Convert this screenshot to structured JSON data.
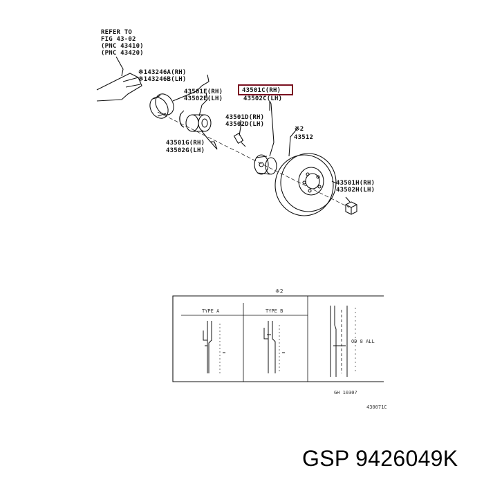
{
  "reference": {
    "line1": "REFER TO",
    "line2": "FIG 43-02",
    "line3": "(PNC 43410)",
    "line4": "(PNC 43420)"
  },
  "parts": {
    "p43246": {
      "rh": "※143246A(RH)",
      "lh": "※143246B(LH)"
    },
    "p43501e": {
      "rh": "43501E(RH)",
      "lh": "43502E(LH)"
    },
    "p43501c": {
      "rh": "43501C(RH)",
      "lh": "43502C(LH)"
    },
    "p43501d": {
      "rh": "43501D(RH)",
      "lh": "43502D(LH)"
    },
    "p43501g": {
      "rh": "43501G(RH)",
      "lh": "43502G(LH)"
    },
    "p43512": {
      "mark": "※2",
      "num": "43512"
    },
    "p43501h": {
      "rh": "43501H(RH)",
      "lh": "43502H(LH)"
    }
  },
  "inset": {
    "mark": "※2",
    "type_a": "TYPE A",
    "type_b": "TYPE B",
    "dim": "OD 8 ALL",
    "code": "GH 1030?",
    "ref": "430071C"
  },
  "highlight_color": "#7a1020",
  "brand": {
    "text": "GSP 9426049K"
  }
}
